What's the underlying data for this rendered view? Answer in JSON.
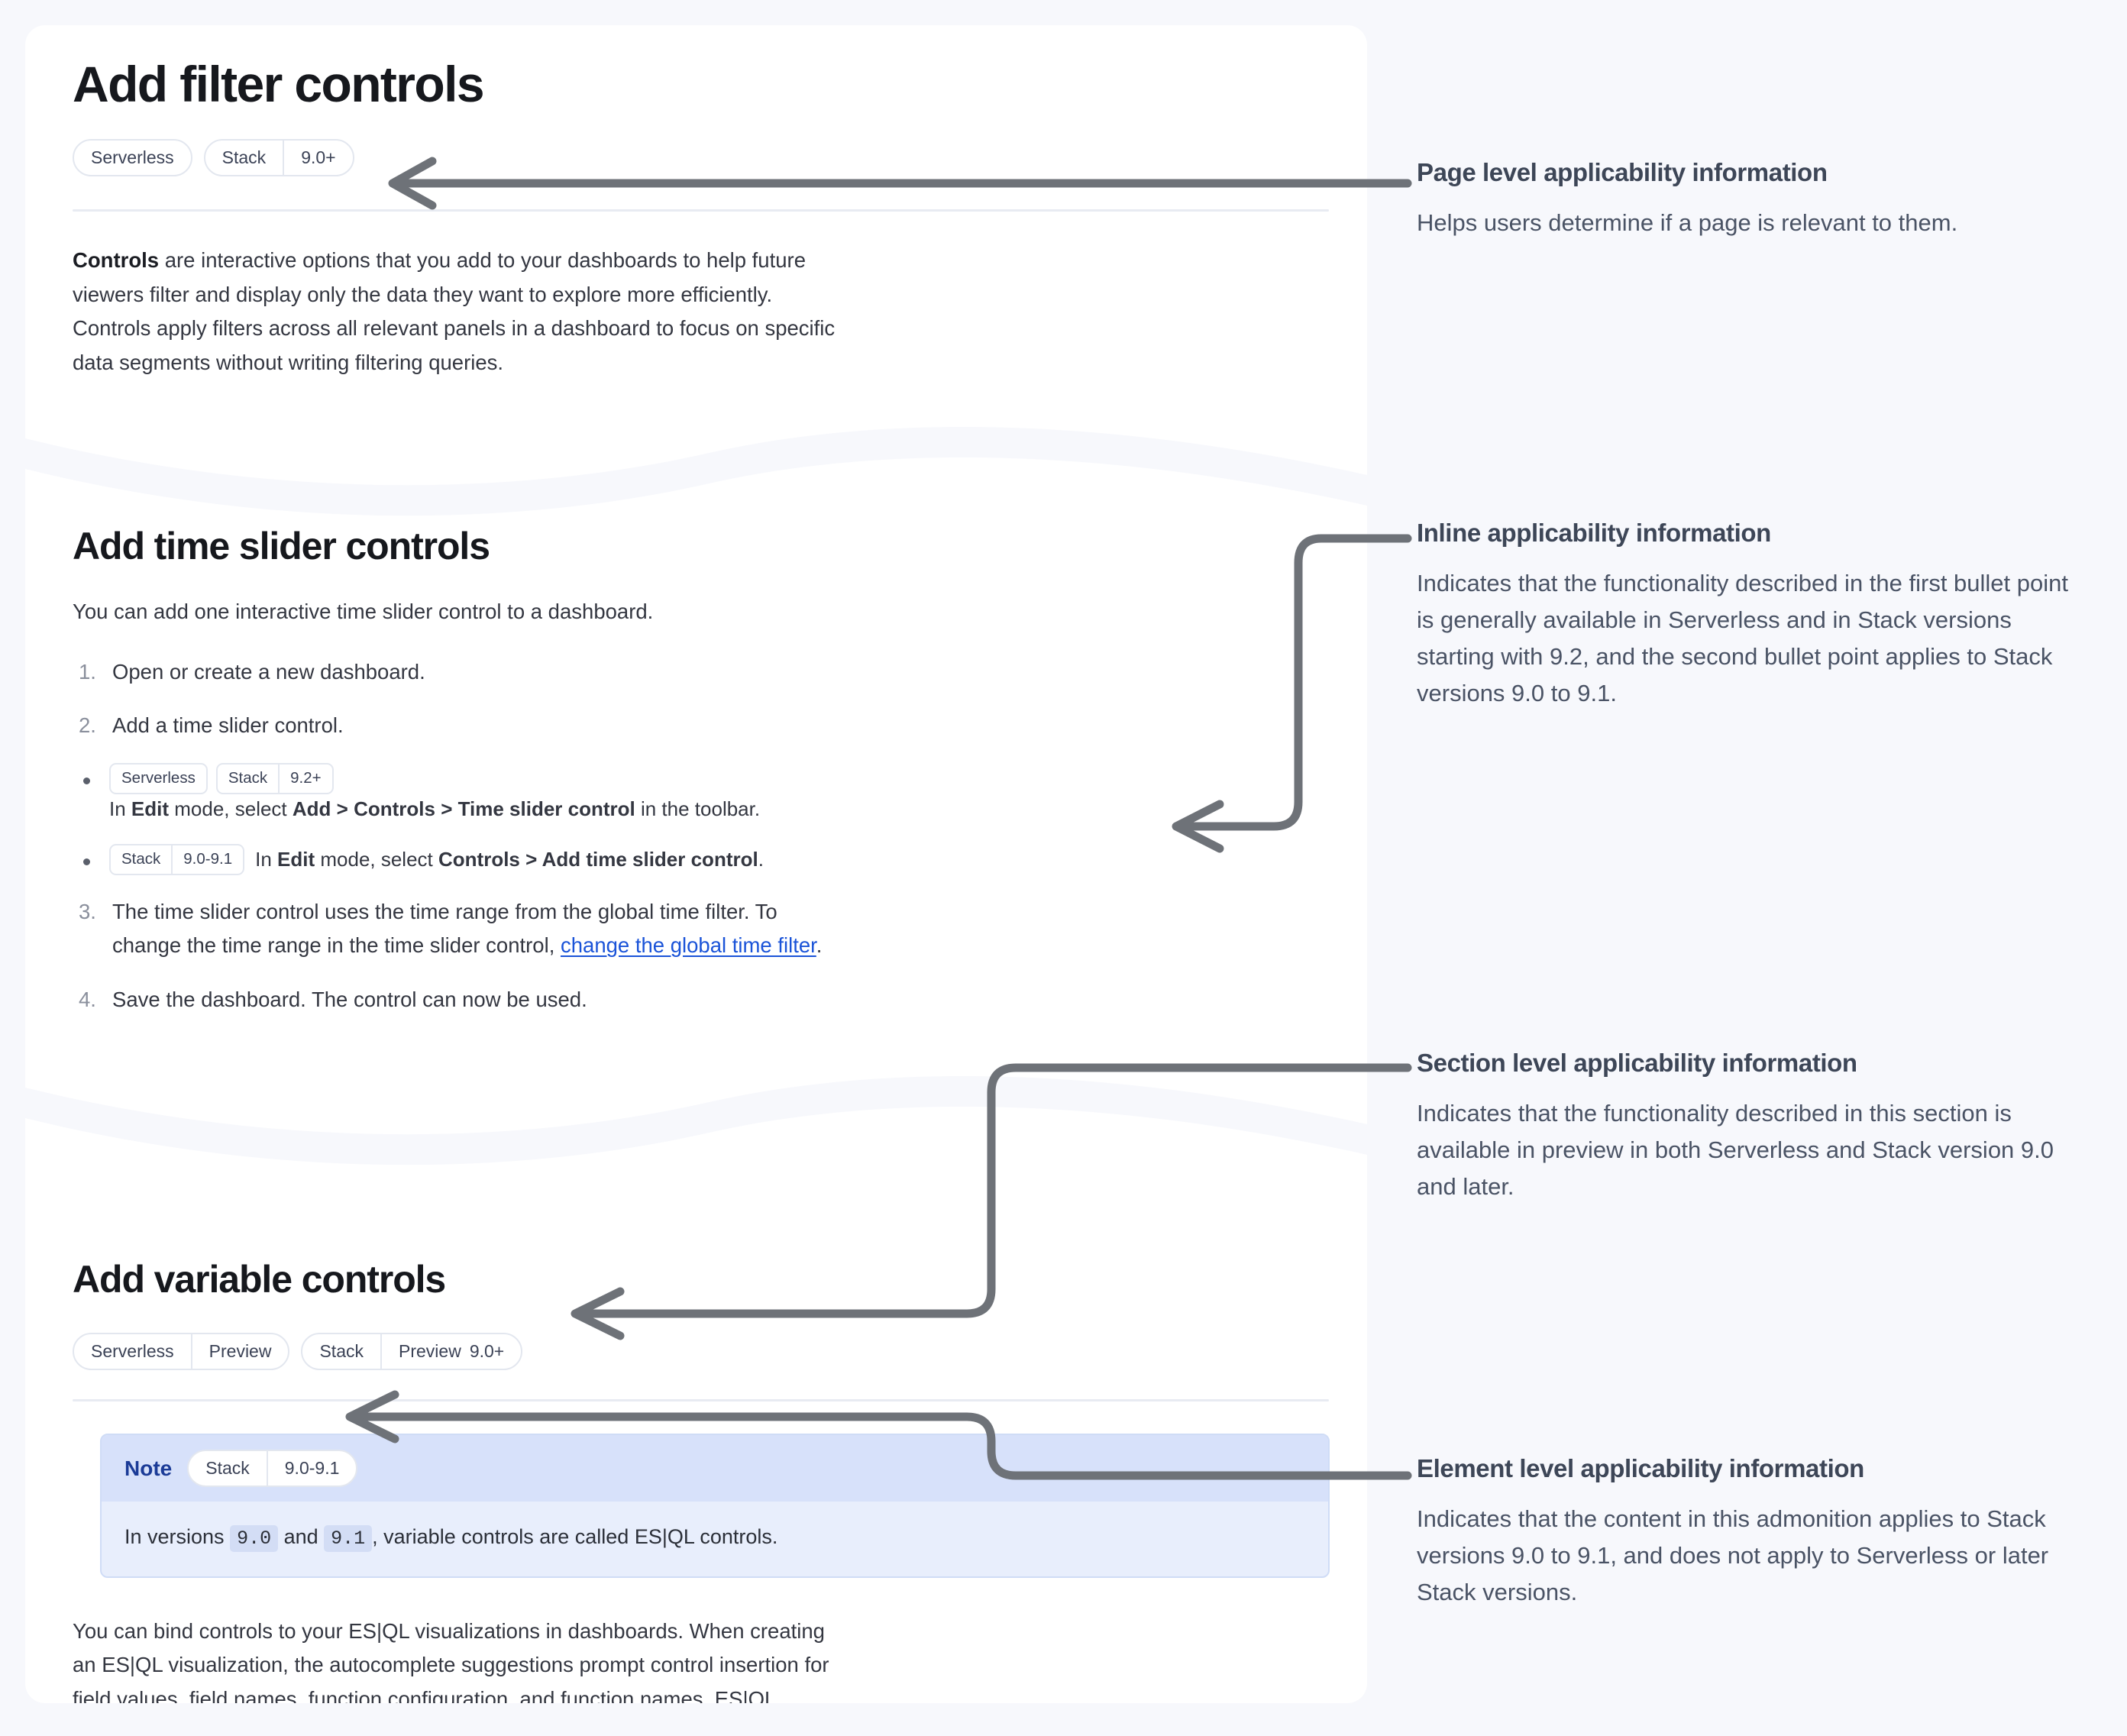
{
  "page": {
    "title": "Add filter controls",
    "applicability": [
      {
        "type": "pill",
        "segments": [
          {
            "label": "Serverless"
          }
        ]
      },
      {
        "type": "pill",
        "segments": [
          {
            "label": "Stack"
          },
          {
            "label": "9.0+"
          }
        ]
      }
    ],
    "intro_lead": "Controls",
    "intro_rest": " are interactive options that you add to your dashboards to help future viewers filter and display only the data they want to explore more efficiently. Controls apply filters across all relevant panels in a dashboard to focus on specific data segments without writing filtering queries."
  },
  "section_time_slider": {
    "heading": "Add time slider controls",
    "lead": "You can add one interactive time slider control to a dashboard.",
    "steps": [
      {
        "num": "1.",
        "text": "Open or create a new dashboard."
      },
      {
        "num": "2.",
        "text": "Add a time slider control."
      },
      {
        "num": "3.",
        "text": "The time slider control uses the time range from the global time filter. To change the time range in the time slider control, ",
        "link": "change the global time filter",
        "tail": "."
      },
      {
        "num": "4.",
        "text": "Save the dashboard. The control can now be used."
      }
    ],
    "bullets": [
      {
        "badges": [
          {
            "type": "rect",
            "segments": [
              {
                "label": "Serverless"
              }
            ]
          },
          {
            "type": "rect",
            "segments": [
              {
                "label": "Stack"
              },
              {
                "label": "9.2+"
              }
            ]
          }
        ],
        "parts": [
          {
            "text": "In ",
            "bold": false
          },
          {
            "text": "Edit",
            "bold": true
          },
          {
            "text": " mode, select ",
            "bold": false
          },
          {
            "text": "Add",
            "bold": true
          },
          {
            "text": " > ",
            "bold": true
          },
          {
            "text": "Controls",
            "bold": true
          },
          {
            "text": " > ",
            "bold": true
          },
          {
            "text": "Time slider control",
            "bold": true
          },
          {
            "text": " in the toolbar.",
            "bold": false
          }
        ]
      },
      {
        "badges": [
          {
            "type": "rect",
            "segments": [
              {
                "label": "Stack"
              },
              {
                "label": "9.0-9.1"
              }
            ]
          }
        ],
        "parts": [
          {
            "text": "In ",
            "bold": false
          },
          {
            "text": "Edit",
            "bold": true
          },
          {
            "text": " mode, select ",
            "bold": false
          },
          {
            "text": "Controls",
            "bold": true
          },
          {
            "text": " > ",
            "bold": true
          },
          {
            "text": "Add time slider control",
            "bold": true
          },
          {
            "text": ".",
            "bold": false
          }
        ]
      }
    ]
  },
  "section_variable": {
    "heading": "Add variable controls",
    "applicability": [
      {
        "type": "pill",
        "segments": [
          {
            "label": "Serverless"
          },
          {
            "label": "Preview"
          }
        ]
      },
      {
        "type": "pill",
        "segments": [
          {
            "label": "Stack"
          },
          {
            "label": "Preview",
            "sub": "9.0+"
          }
        ]
      }
    ],
    "note": {
      "title": "Note",
      "badge": {
        "type": "pill",
        "segments": [
          {
            "label": "Stack"
          },
          {
            "label": "9.0-9.1"
          }
        ]
      },
      "prefix": "In versions ",
      "code1": "9.0",
      "mid": " and ",
      "code2": "9.1",
      "suffix": ", variable controls are called ES|QL controls."
    },
    "paragraph": "You can bind controls to your ES|QL visualizations in dashboards. When creating an ES|QL visualization, the autocomplete suggestions prompt control insertion for field values, field names, function configuration, and function names. ES|QL controls act as variables in your ES|QL visualization queries."
  },
  "annotations": [
    {
      "title": "Page level applicability information",
      "body": "Helps users determine if a page is relevant to them."
    },
    {
      "title": "Inline applicability information",
      "body": "Indicates that the functionality described in the first bullet point is generally available in Serverless and in Stack versions starting with 9.2, and the second bullet point applies to Stack versions 9.0 to 9.1."
    },
    {
      "title": "Section level applicability information",
      "body": "Indicates that the functionality described in this section is available in preview in both Serverless and Stack version 9.0 and later."
    },
    {
      "title": "Element level applicability information",
      "body": "Indicates that the content in this admonition applies to Stack versions 9.0 to 9.1, and does not apply to Serverless or later Stack versions."
    }
  ],
  "colors": {
    "page_background": "#f7f8fc",
    "card_background": "#ffffff",
    "connector": "#6e7278",
    "link": "#1a53d8",
    "note_header": "#d7e1fa",
    "note_body": "#e8eefc",
    "annotation_title": "#3d4657"
  }
}
